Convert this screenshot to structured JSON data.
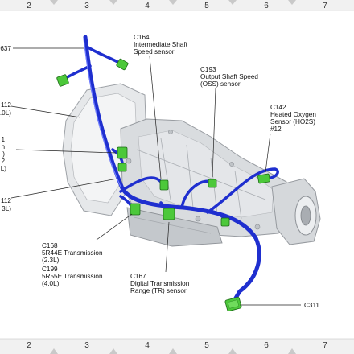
{
  "grid": {
    "top": [
      "2",
      "3",
      "4",
      "5",
      "6",
      "7"
    ],
    "bottom": [
      "2",
      "3",
      "4",
      "5",
      "6",
      "7"
    ]
  },
  "labels": {
    "c637": {
      "lines": [
        "637"
      ]
    },
    "c112_upper": {
      "lines": [
        "112",
        ".0L)"
      ]
    },
    "left_mid": {
      "lines": [
        "1",
        "n",
        ")",
        "2",
        "L)"
      ]
    },
    "c112_lower": {
      "lines": [
        "112",
        "3L)"
      ]
    },
    "c164": {
      "lines": [
        "C164",
        "Intermediate Shaft",
        "Speed sensor"
      ]
    },
    "c193": {
      "lines": [
        "C193",
        "Output Shaft Speed",
        "(OSS) sensor"
      ]
    },
    "c142": {
      "lines": [
        "C142",
        "Heated Oxygen",
        "Sensor (HO2S)",
        "#12"
      ]
    },
    "c168": {
      "lines": [
        "C168",
        "5R44E Transmission",
        "(2.3L)"
      ]
    },
    "c199": {
      "lines": [
        "C199",
        "5R55E Transmission",
        "(4.0L)"
      ]
    },
    "c167": {
      "lines": [
        "C167",
        "Digital Transmission",
        "Range (TR) sensor"
      ]
    },
    "c311": {
      "lines": [
        "C311"
      ]
    }
  },
  "colors": {
    "harness": "#1f2fcf",
    "connector": "#4cc83a",
    "housing": "#cfd2d6",
    "leader": "#222222"
  }
}
